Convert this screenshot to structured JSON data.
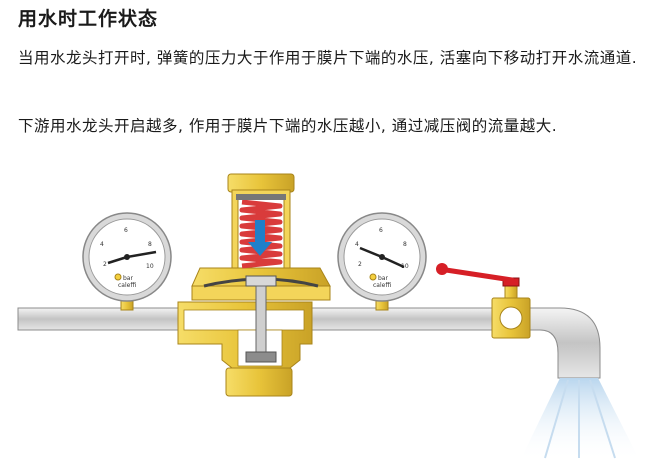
{
  "heading": "用水时工作状态",
  "paragraphs": [
    "当用水龙头打开时, 弹簧的压力大于作用于膜片下端的水压, 活塞向下移动打开水流通道.",
    "下游用水龙头开启越多, 作用于膜片下端的水压越小, 通过减压阀的流量越大."
  ],
  "gauges": [
    {
      "unit": "bar",
      "brand": "caleffi",
      "ticks": [
        "2",
        "4",
        "6",
        "8",
        "10"
      ]
    },
    {
      "unit": "bar",
      "brand": "caleffi",
      "ticks": [
        "2",
        "4",
        "6",
        "8",
        "10"
      ]
    }
  ],
  "colors": {
    "brass": "#e8c43a",
    "brass_dark": "#b8921a",
    "pipe": "#c9c9c9",
    "spring": "#d93b3b",
    "handle": "#d61f26",
    "arrow": "#1f7fc9",
    "spray": "#9ec4e4"
  }
}
